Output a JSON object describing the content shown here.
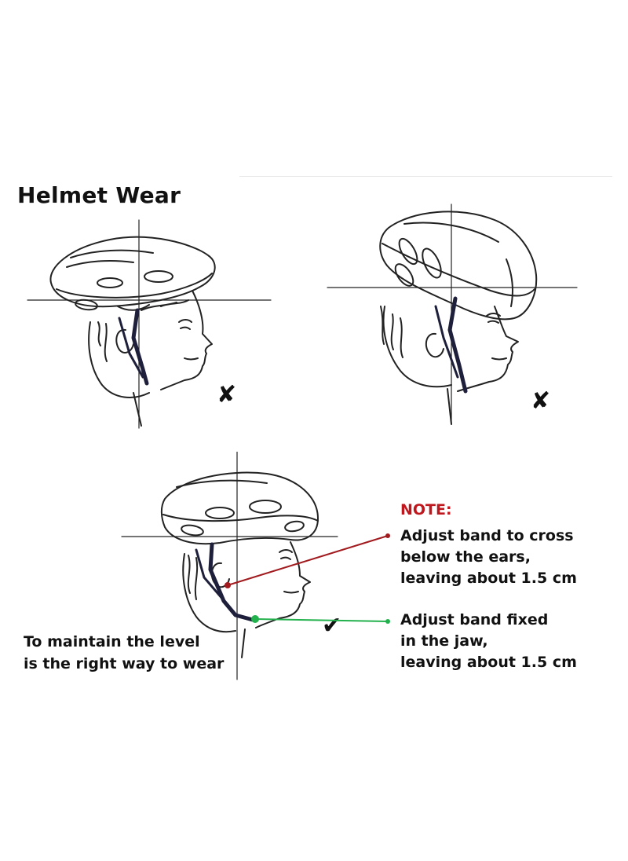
{
  "title": "Helmet Wear",
  "marks": {
    "wrong_1": "✘",
    "wrong_2": "✘",
    "right": "✔"
  },
  "note": {
    "heading": "NOTE:",
    "ear_band_lines": [
      "Adjust band to cross",
      "below the ears,",
      "leaving about 1.5 cm"
    ],
    "jaw_band_lines": [
      "Adjust band fixed",
      "in the jaw,",
      "leaving about 1.5 cm"
    ]
  },
  "level_text_lines": [
    "To maintain the level",
    "is the right way to wear"
  ],
  "colors": {
    "note_heading": "#c0171e",
    "ear_pointer": "#a11a1e",
    "jaw_pointer": "#22b14c",
    "strap": "#1e1f3a",
    "line_art": "#222222"
  },
  "icons": {
    "figure_1": "helmet-tilted-back-icon",
    "figure_2": "helmet-tilted-forward-icon",
    "figure_3": "helmet-level-icon"
  }
}
